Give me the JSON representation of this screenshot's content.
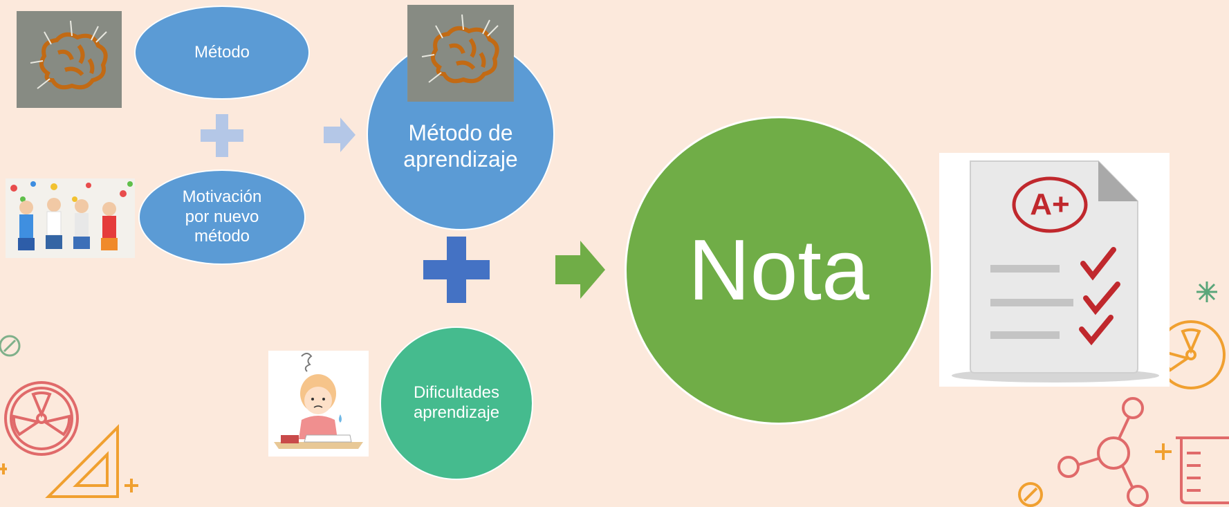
{
  "diagram": {
    "nodes": {
      "metodo": "Método",
      "motivacion": "Motivación\npor nuevo\nmétodo",
      "metodo_aprendizaje": "Método de\naprendizaje",
      "dificultades": "Dificultades\naprendizaje",
      "nota": "Nota"
    },
    "images": {
      "brain_1": "brain-chalkboard-image",
      "children": "children-painted-hands-image",
      "brain_2": "brain-chalkboard-image",
      "student": "worried-student-image",
      "grade_paper": "graded-paper-image"
    },
    "grade_text": "A+",
    "colors": {
      "background": "#fce9dc",
      "blue": "#5b9bd5",
      "light_blue": "#b4c7e7",
      "dark_blue": "#4472c4",
      "green": "#70ad47",
      "teal": "#45bb8e"
    }
  }
}
